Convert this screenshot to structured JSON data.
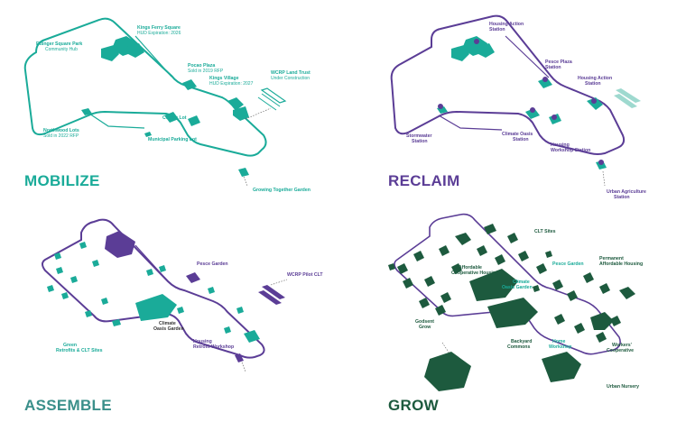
{
  "colors": {
    "teal": "#1aab99",
    "purple": "#5b3d96",
    "dark_green": "#1d5a3e",
    "light_teal": "#9ed9cf",
    "slate_teal": "#3a8f8a",
    "gray": "#555555"
  },
  "panels": {
    "mobilize": {
      "title": "MOBILIZE",
      "labels": [
        {
          "title": "Kings Ferry Square",
          "sub": "HUD Expiration: 2026"
        },
        {
          "title": "Ettinger Square Park",
          "sub": "Community Hub"
        },
        {
          "title": "Pocao Plaza",
          "sub": "Sold in 2019 RFP"
        },
        {
          "title": "Kings Village",
          "sub": "HUD Expiration: 2027"
        },
        {
          "title": "WCRP Land Trust",
          "sub": "Under Construction"
        },
        {
          "title": "Corner Lot",
          "sub": ""
        },
        {
          "title": "Municipal Parking Lot",
          "sub": ""
        },
        {
          "title": "Northwood Lots",
          "sub": "Sold in 2022 RFP"
        },
        {
          "title": "Growing Together Garden",
          "sub": ""
        }
      ]
    },
    "reclaim": {
      "title": "RECLAIM",
      "labels": [
        {
          "title": "Housing Action",
          "sub": "Station"
        },
        {
          "title": "Pesce Plaza",
          "sub": "Station"
        },
        {
          "title": "Housing Action",
          "sub": "Station"
        },
        {
          "title": "Stormwater",
          "sub": "Station"
        },
        {
          "title": "Climate Oasis",
          "sub": "Station"
        },
        {
          "title": "Housing",
          "sub": "Workshop Station"
        },
        {
          "title": "Urban Agriculture",
          "sub": "Station"
        }
      ]
    },
    "assemble": {
      "title": "ASSEMBLE",
      "labels": [
        {
          "title": "Pesce Garden",
          "sub": ""
        },
        {
          "title": "WCRP Pilot CLT",
          "sub": ""
        },
        {
          "title": "Climate",
          "sub": "Oasis Garden"
        },
        {
          "title": "Housing",
          "sub": "Retrofit Workshop"
        },
        {
          "title": "Green",
          "sub": "Retrofits & CLT Sites"
        }
      ]
    },
    "grow": {
      "title": "GROW",
      "labels": [
        {
          "title": "CLT Sites",
          "sub": ""
        },
        {
          "title": "Affordable",
          "sub": "Cooperative Housing"
        },
        {
          "title": "Pesce Garden",
          "sub": ""
        },
        {
          "title": "Permanent",
          "sub": "Affordable Housing"
        },
        {
          "title": "Climate",
          "sub": "Oasis Garden"
        },
        {
          "title": "Godsent",
          "sub": "Grow"
        },
        {
          "title": "Backyard",
          "sub": "Commons"
        },
        {
          "title": "Home",
          "sub": "Workshop"
        },
        {
          "title": "Workers'",
          "sub": "Cooperative"
        },
        {
          "title": "Urban Nursery",
          "sub": ""
        }
      ]
    }
  }
}
